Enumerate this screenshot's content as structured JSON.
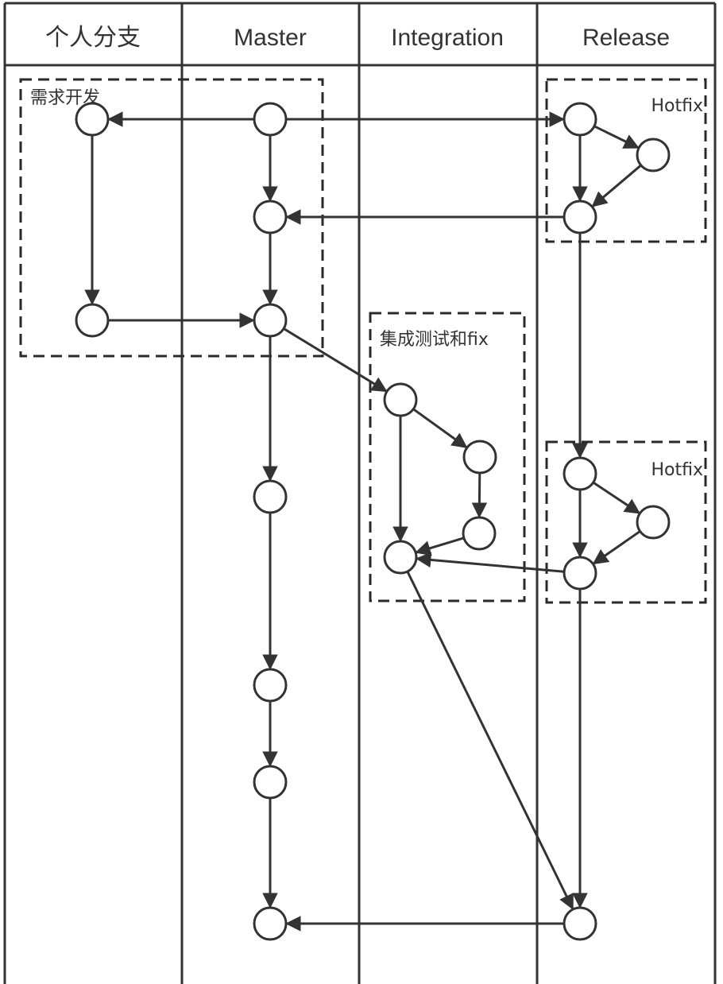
{
  "lanes": [
    {
      "id": "personal",
      "label": "个人分支"
    },
    {
      "id": "master",
      "label": "Master"
    },
    {
      "id": "integration",
      "label": "Integration"
    },
    {
      "id": "release",
      "label": "Release"
    }
  ],
  "groups": {
    "feature": "需求开发",
    "integration_test": "集成测试和fix",
    "hotfix_1": "Hotfix",
    "hotfix_2": "Hotfix"
  },
  "nodes": [
    {
      "id": "p1",
      "lane": "personal"
    },
    {
      "id": "p2",
      "lane": "personal"
    },
    {
      "id": "m1",
      "lane": "master"
    },
    {
      "id": "m2",
      "lane": "master"
    },
    {
      "id": "m3",
      "lane": "master"
    },
    {
      "id": "m4",
      "lane": "master"
    },
    {
      "id": "m5",
      "lane": "master"
    },
    {
      "id": "m6",
      "lane": "master"
    },
    {
      "id": "m7",
      "lane": "master"
    },
    {
      "id": "i1",
      "lane": "integration"
    },
    {
      "id": "i2",
      "lane": "integration"
    },
    {
      "id": "i3",
      "lane": "integration"
    },
    {
      "id": "i4",
      "lane": "integration"
    },
    {
      "id": "r1",
      "lane": "release"
    },
    {
      "id": "rh1",
      "lane": "release"
    },
    {
      "id": "r2",
      "lane": "release"
    },
    {
      "id": "r3",
      "lane": "release"
    },
    {
      "id": "rh2",
      "lane": "release"
    },
    {
      "id": "r4",
      "lane": "release"
    },
    {
      "id": "r5",
      "lane": "release"
    }
  ],
  "edges": [
    {
      "from": "m1",
      "to": "p1"
    },
    {
      "from": "m1",
      "to": "r1"
    },
    {
      "from": "m1",
      "to": "m2"
    },
    {
      "from": "p1",
      "to": "p2"
    },
    {
      "from": "p2",
      "to": "m3"
    },
    {
      "from": "m2",
      "to": "m3"
    },
    {
      "from": "r1",
      "to": "rh1"
    },
    {
      "from": "r1",
      "to": "r2"
    },
    {
      "from": "rh1",
      "to": "r2"
    },
    {
      "from": "r2",
      "to": "m2"
    },
    {
      "from": "m3",
      "to": "i1"
    },
    {
      "from": "m3",
      "to": "m4"
    },
    {
      "from": "i1",
      "to": "i2"
    },
    {
      "from": "i2",
      "to": "i3"
    },
    {
      "from": "i3",
      "to": "i4"
    },
    {
      "from": "i1",
      "to": "i4"
    },
    {
      "from": "r2",
      "to": "r3"
    },
    {
      "from": "r3",
      "to": "rh2"
    },
    {
      "from": "r3",
      "to": "r4"
    },
    {
      "from": "rh2",
      "to": "r4"
    },
    {
      "from": "r4",
      "to": "i4"
    },
    {
      "from": "m4",
      "to": "m5"
    },
    {
      "from": "m5",
      "to": "m6"
    },
    {
      "from": "m6",
      "to": "m7"
    },
    {
      "from": "i4",
      "to": "r5"
    },
    {
      "from": "r4",
      "to": "r5"
    },
    {
      "from": "r5",
      "to": "m7"
    }
  ]
}
